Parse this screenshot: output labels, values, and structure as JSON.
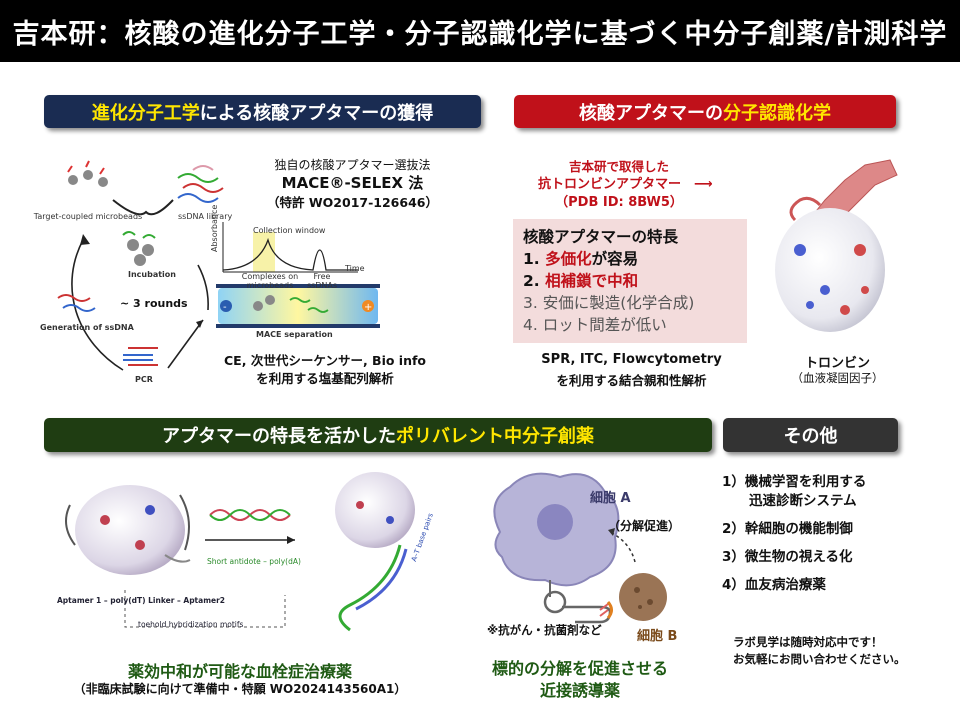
{
  "title": "吉本研：核酸の進化分子工学・分子認識化学に基づく中分子創薬/計測科学",
  "sections": {
    "evolution": {
      "pre": "進化分子工学",
      "post": "による核酸アプタマーの獲得"
    },
    "recognition": {
      "pre": "核酸アプタマーの",
      "post": "分子認識化学"
    },
    "polyvalent": {
      "pre": "アプタマーの特長を活かした",
      "post": "ポリバレント中分子創薬"
    },
    "other": "その他"
  },
  "selex": {
    "line1": "独自の核酸アプタマー選抜法",
    "line2": "MACE®-SELEX 法",
    "line3": "（特許 WO2017-126646）",
    "diagram": {
      "microbeads": "Target-coupled microbeads",
      "library": "ssDNA library",
      "incubation": "Incubation",
      "rounds": "~ 3 rounds",
      "generation": "Generation of ssDNA",
      "pcr": "PCR",
      "collection": "Collection window",
      "absorbance": "Absorbance",
      "complexes": "Complexes on microbeads",
      "free": "Free ssDNAs",
      "time": "Time",
      "separation": "MACE separation"
    },
    "analysis1": "CE, 次世代シーケンサー, Bio info",
    "analysis2": "を利用する塩基配列解析"
  },
  "thrombin_aptamer": {
    "line1": "吉本研で取得した",
    "line2": "抗トロンビンアプタマー　⟶",
    "line3": "（PDB ID: 8BW5）"
  },
  "features": {
    "title": "核酸アプタマーの特長",
    "items": [
      {
        "num": "1. ",
        "hl": "多価化",
        "rest": "が容易"
      },
      {
        "num": "2. ",
        "hl": "相補鎖で中和",
        "rest": ""
      },
      {
        "num": "3. ",
        "hl": "",
        "rest": "安価に製造(化学合成)"
      },
      {
        "num": "4. ",
        "hl": "",
        "rest": "ロット間差が低い"
      }
    ]
  },
  "binding": {
    "line1": "SPR, ITC, Flowcytometry",
    "line2": "を利用する結合親和性解析"
  },
  "thrombin": {
    "name": "トロンビン",
    "desc": "（血液凝固因子）"
  },
  "antithrombotic": {
    "aptamer_label": "Aptamer 1 – poly(dT) Linker – Aptamer2",
    "antidote": "Short antidote – poly(dA)",
    "toehold": "toehold hybridization motifs",
    "pairs": "A–T base pairs",
    "title": "薬効中和が可能な血栓症治療薬",
    "sub": "（非臨床試験に向けて準備中・特願 WO2024143560A1）"
  },
  "degradation": {
    "cellA": "細胞 A",
    "promote": "（分解促進）",
    "note": "※抗がん・抗菌剤など",
    "cellB": "細胞 B",
    "title1": "標的の分解を促進させる",
    "title2": "近接誘導薬"
  },
  "other_items": [
    "1）機械学習を利用する",
    "　　迅速診断システム",
    "2）幹細胞の機能制御",
    "3）微生物の視える化",
    "4）血友病治療薬"
  ],
  "lab_visit": {
    "line1": "ラボ見学は随時対応中です！",
    "line2": "お気軽にお問い合わせください。"
  },
  "colors": {
    "navy": "#1a2c52",
    "red": "#c0111a",
    "green": "#1f3d12",
    "highlight": "#ffe600",
    "feature_bg": "#f3dcdc"
  }
}
